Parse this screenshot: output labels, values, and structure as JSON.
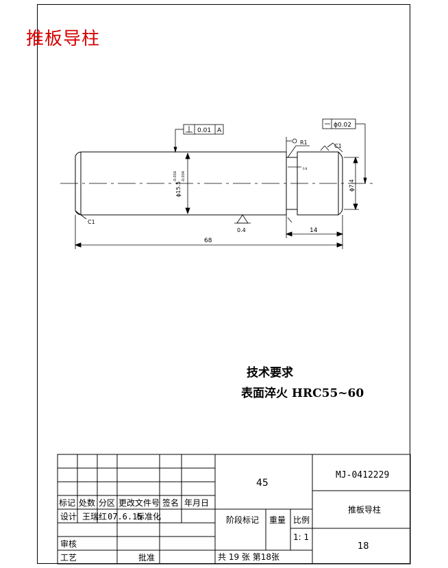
{
  "header_title": "推板导柱",
  "drawing": {
    "flatness_tol": "0.01",
    "datum_ref": "A",
    "concentricity_tol": "ϕ0.02",
    "radius_label": "R1",
    "chamfer_left": "C1",
    "chamfer_right": "C1",
    "main_dia_label": "ϕ15.5",
    "main_dia_upper": "-0.016",
    "main_dia_lower": "-0.034",
    "step_dia_label": "ϕ7.4",
    "datum_roughness": "0.4",
    "roughness_small": "0.8",
    "dim_total": "68",
    "dim_step": "14"
  },
  "tech_req": {
    "heading": "技术要求",
    "line1": "表面淬火 HRC55~60"
  },
  "title_block": {
    "material": "45",
    "drawing_no": "MJ-0412229",
    "part_name": "推板导柱",
    "sheet_no": "18",
    "scale": "1: 1",
    "labels": {
      "mark": "标记",
      "count": "处数",
      "zone": "分区",
      "change_doc": "更改文件号",
      "sign": "签名",
      "date": "年月日",
      "design": "设计",
      "designer": "王瑞红",
      "design_date": "07.6.15",
      "standardize": "标准化",
      "review": "审核",
      "process": "工艺",
      "approve": "批准",
      "stage_mark": "阶段标记",
      "weight": "重量",
      "scale": "比例",
      "sheets": "共 19 张  第18张"
    }
  }
}
